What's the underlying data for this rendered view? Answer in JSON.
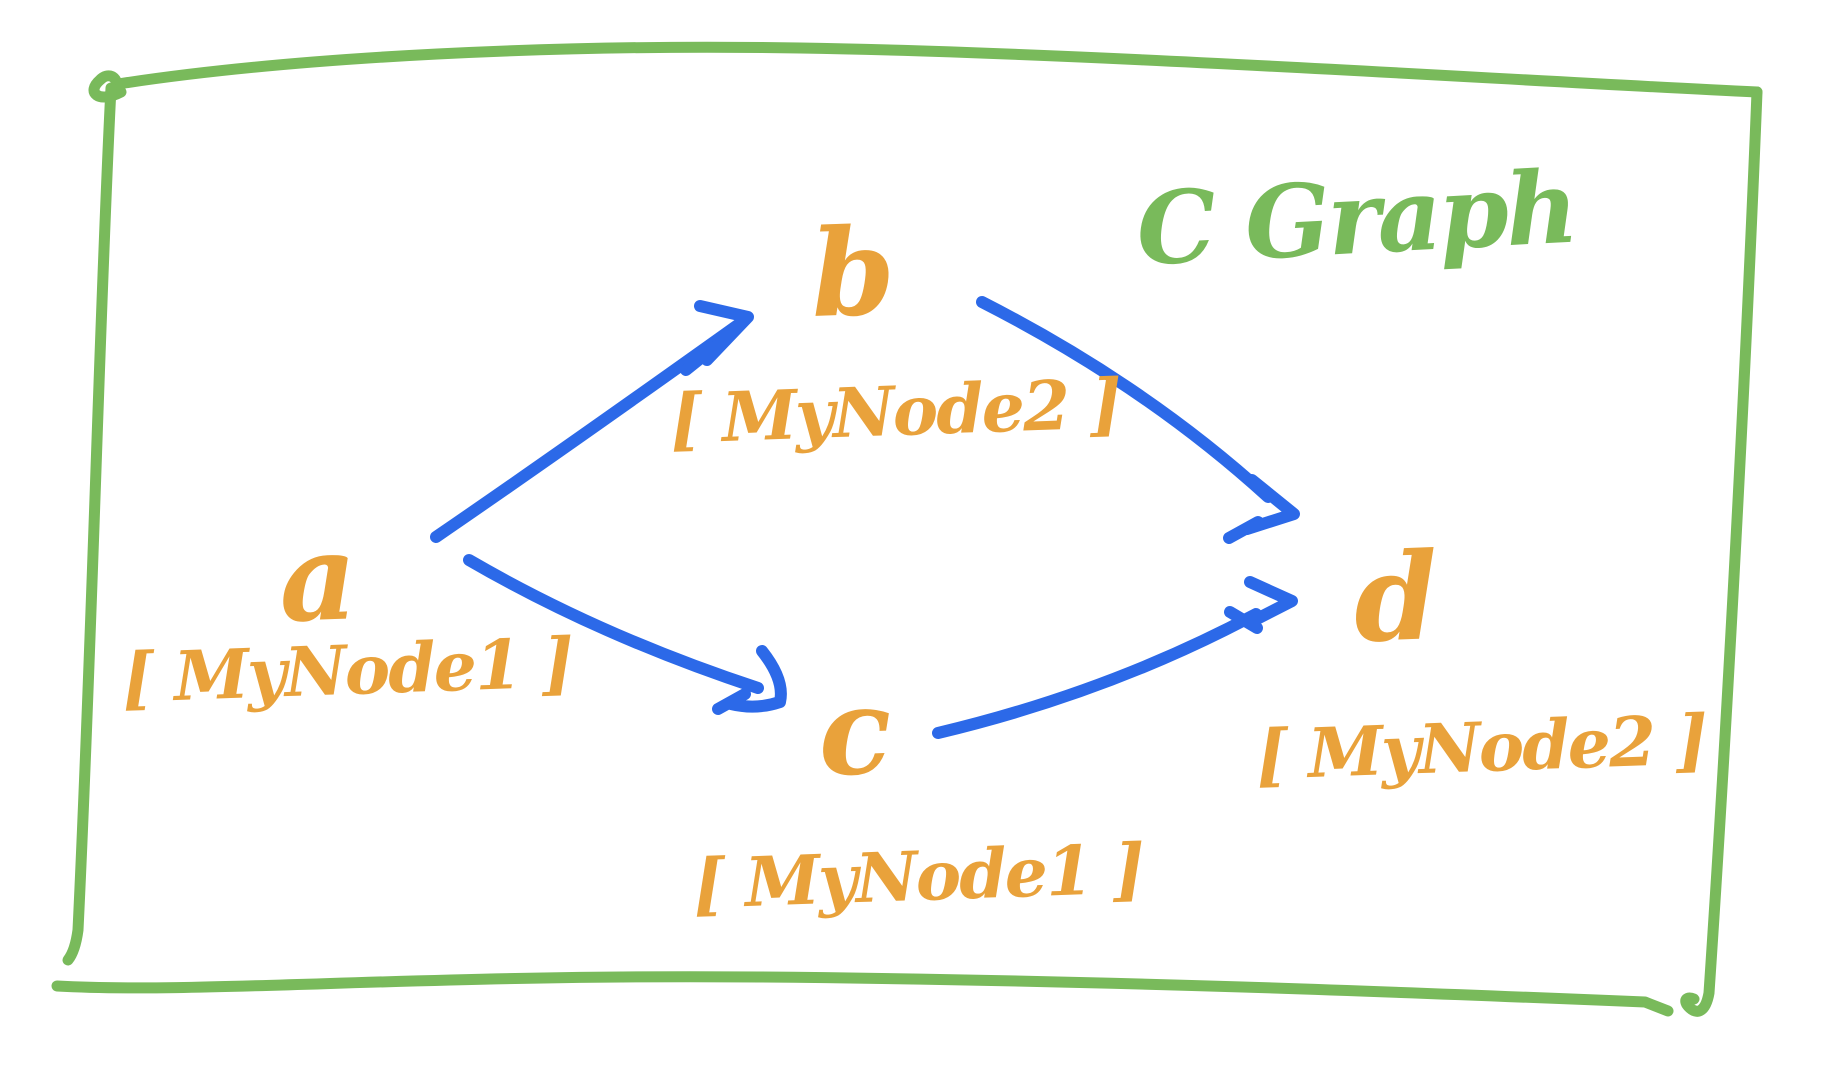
{
  "title": "C Graph",
  "colors": {
    "green": "#79ba5b",
    "orange": "#e9a23b",
    "blue": "#2c69e8"
  },
  "nodes": [
    {
      "id": "a",
      "label": "[ MyNode1 ]"
    },
    {
      "id": "b",
      "label": "[ MyNode2 ]"
    },
    {
      "id": "c",
      "label": "[ MyNode1 ]"
    },
    {
      "id": "d",
      "label": "[ MyNode2 ]"
    }
  ],
  "edges": [
    {
      "from": "a",
      "to": "b"
    },
    {
      "from": "a",
      "to": "c"
    },
    {
      "from": "b",
      "to": "d"
    },
    {
      "from": "c",
      "to": "d"
    }
  ]
}
